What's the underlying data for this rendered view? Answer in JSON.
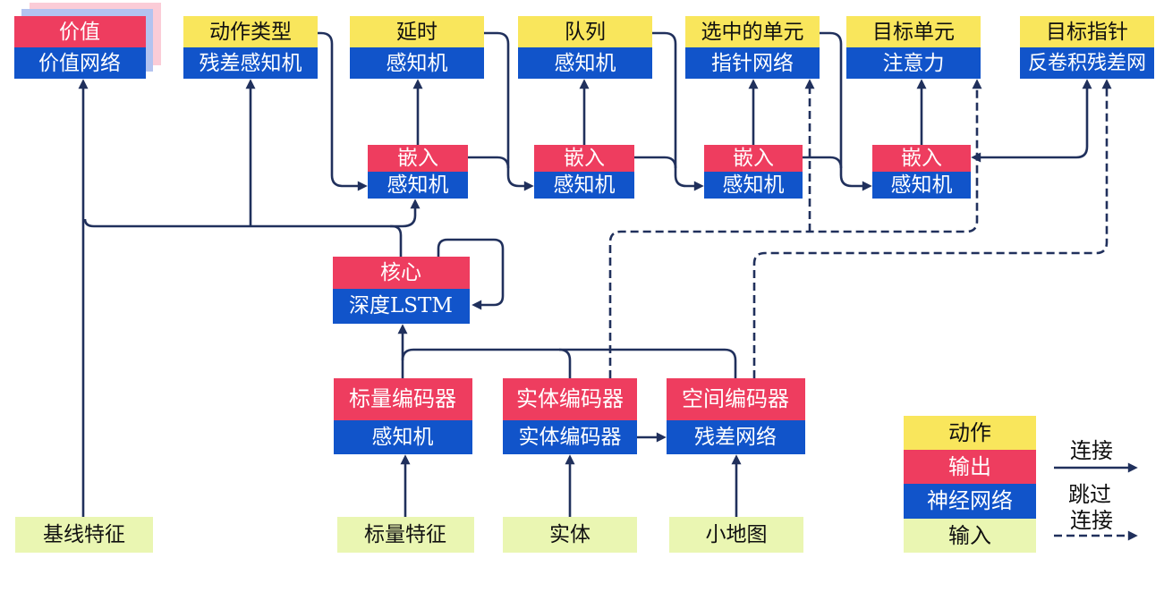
{
  "colors": {
    "yellow": "#f9e65c",
    "red": "#ee3d5f",
    "blue": "#1154ca",
    "green": "#eaf6b2",
    "shadow_pink": "#fbccd7",
    "shadow_blue": "#b3c3f0",
    "line": "#20305c"
  },
  "nodes": {
    "value": {
      "label": "价值",
      "sublabel": "价值网络"
    },
    "action_type": {
      "label": "动作类型",
      "sublabel": "残差感知机"
    },
    "delay": {
      "label": "延时",
      "sublabel": "感知机"
    },
    "queue": {
      "label": "队列",
      "sublabel": "感知机"
    },
    "selected_units": {
      "label": "选中的单元",
      "sublabel": "指针网络"
    },
    "target_unit": {
      "label": "目标单元",
      "sublabel": "注意力"
    },
    "target_point": {
      "label": "目标指针",
      "sublabel": "反卷积残差网"
    },
    "embedding_1": {
      "label": "嵌入",
      "sublabel": "感知机"
    },
    "embedding_2": {
      "label": "嵌入",
      "sublabel": "感知机"
    },
    "embedding_3": {
      "label": "嵌入",
      "sublabel": "感知机"
    },
    "embedding_4": {
      "label": "嵌入",
      "sublabel": "感知机"
    },
    "core": {
      "label": "核心",
      "sublabel": "深度LSTM"
    },
    "scalar_encoder": {
      "label": "标量编码器",
      "sublabel": "感知机"
    },
    "entity_encoder": {
      "label": "实体编码器",
      "sublabel": "实体编码器"
    },
    "spatial_encoder": {
      "label": "空间编码器",
      "sublabel": "残差网络"
    }
  },
  "inputs": {
    "baseline_features": "基线特征",
    "scalar_features": "标量特征",
    "entities": "实体",
    "minimap": "小地图"
  },
  "legend": {
    "action": "动作",
    "output": "输出",
    "neural_network": "神经网络",
    "input": "输入",
    "connection": "连接",
    "skip_line1": "跳过",
    "skip_line2": "连接"
  }
}
